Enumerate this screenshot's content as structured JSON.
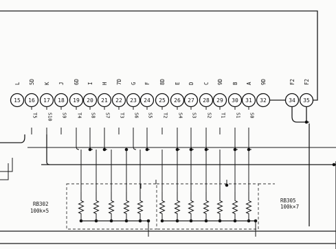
{
  "top_labels": [
    "L",
    "5D",
    "K",
    "J",
    "6D",
    "I",
    "H",
    "7D",
    "G",
    "F",
    "8D",
    "E",
    "D",
    "C",
    "9D",
    "B",
    "A",
    "9D",
    "",
    "F2",
    "F2"
  ],
  "pins": [
    "15",
    "16",
    "17",
    "18",
    "19",
    "20",
    "21",
    "22",
    "23",
    "24",
    "25",
    "26",
    "27",
    "28",
    "29",
    "30",
    "31",
    "32",
    "34",
    "35"
  ],
  "signals": [
    "T5",
    "S10",
    "S9",
    "T4",
    "S8",
    "S7",
    "T3",
    "S6",
    "S5",
    "T2",
    "S4",
    "S3",
    "S2",
    "T1",
    "S1",
    "S0"
  ],
  "rb_left": {
    "name": "RB302",
    "value": "100k×5"
  },
  "rb_right": {
    "name": "RB305",
    "value": "100k×7"
  }
}
